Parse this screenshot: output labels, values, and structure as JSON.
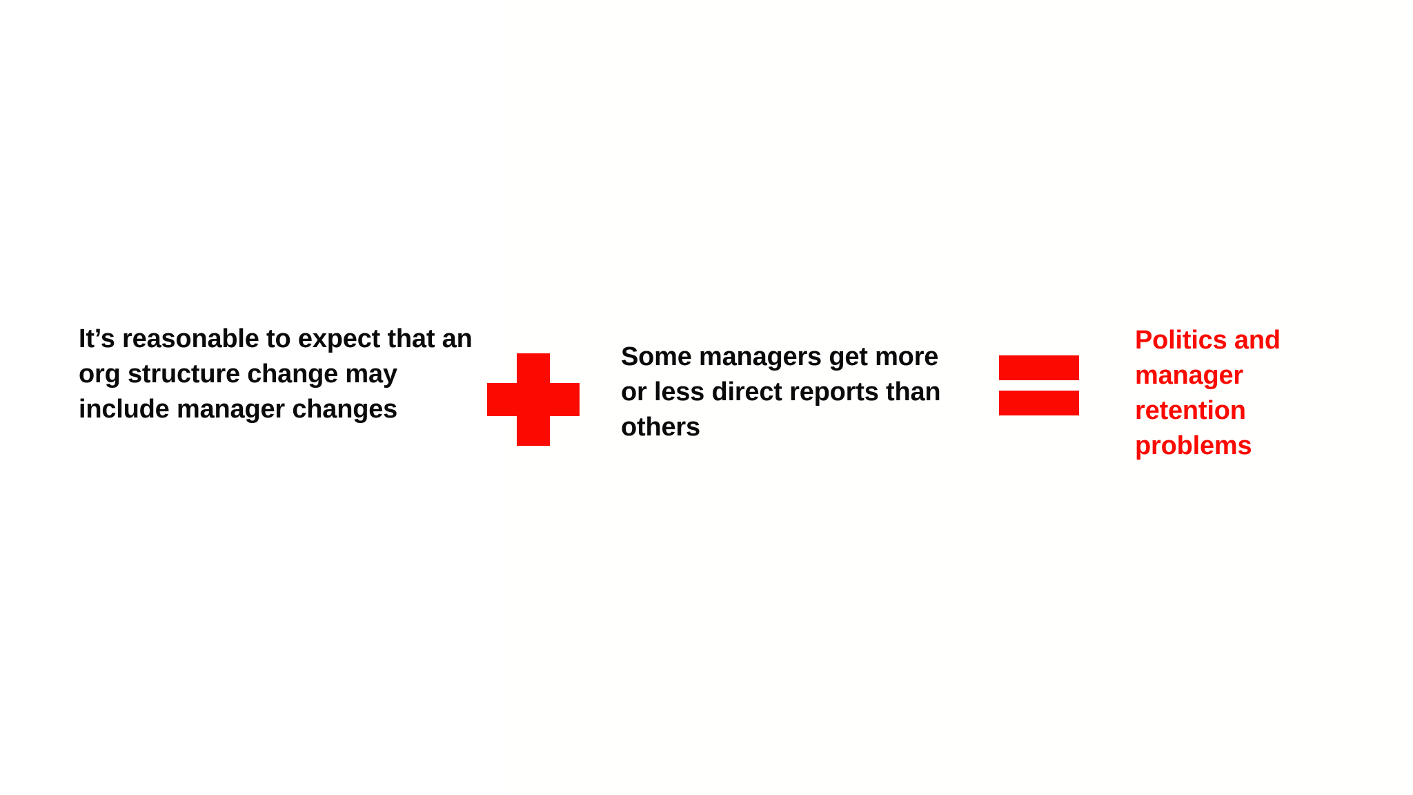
{
  "slide": {
    "background_color": "#ffffff",
    "accent_color": "#fa0a00",
    "text_color": "#0a0a0a",
    "layout": "equation",
    "equation": {
      "terms": [
        {
          "id": "term-one",
          "text": "It’s reasonable to expect that an org structure change may include manager changes",
          "color": "#0a0a0a",
          "lines": [
            "It’s reasonable to expect",
            "that an org structure",
            "change may include",
            "manager changes"
          ]
        },
        {
          "id": "term-two",
          "text": "Some managers get more or less direct reports than others",
          "color": "#0a0a0a",
          "lines": [
            "Some managers get",
            "more or less direct",
            "reports than others"
          ]
        },
        {
          "id": "term-result",
          "text": "Politics and manager retention problems",
          "color": "#fa0a00",
          "lines": [
            "Politics and",
            "manager",
            "retention",
            "problems"
          ]
        }
      ],
      "operators": [
        {
          "id": "operator-plus",
          "icon": "plus-icon",
          "symbol": "+",
          "color": "#fa0a00"
        },
        {
          "id": "operator-equals",
          "icon": "equals-icon",
          "symbol": "=",
          "color": "#fa0a00"
        }
      ]
    }
  }
}
